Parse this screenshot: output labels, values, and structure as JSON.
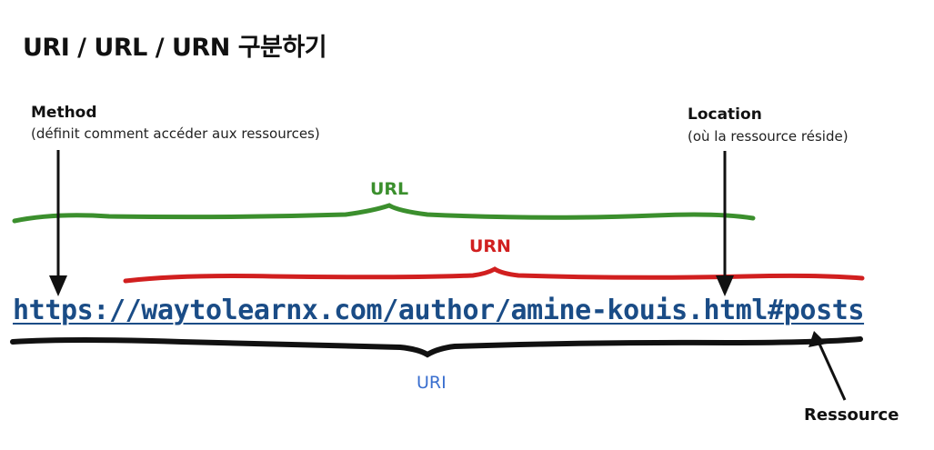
{
  "title": "URI / URL / URN 구분하기",
  "method": {
    "label": "Method",
    "description": "(définit comment accéder aux ressources)"
  },
  "location": {
    "label": "Location",
    "description": "(où la ressource réside)"
  },
  "resource": {
    "label": "Ressource"
  },
  "braces": {
    "url": {
      "label": "URL",
      "color": "#3b8f2d"
    },
    "urn": {
      "label": "URN",
      "color": "#d11f1f"
    },
    "uri": {
      "label": "URI",
      "color": "#3a6fcf"
    }
  },
  "example_url": "https://waytolearnx.com/author/amine-kouis.html#posts",
  "url_text_color": "#1a4c86"
}
